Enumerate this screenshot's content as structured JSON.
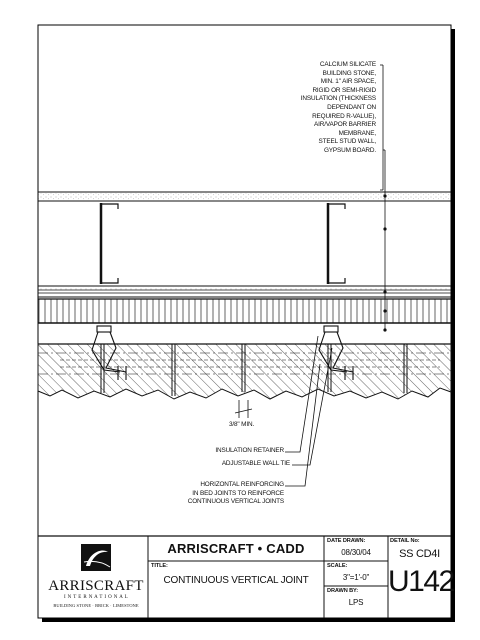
{
  "callouts": {
    "wall_assembly": [
      "CALCIUM SILICATE",
      "BUILDING STONE,",
      "MIN. 1\" AIR SPACE,",
      "RIGID OR SEMI-RIGID",
      "INSULATION (THICKNESS",
      "DEPENDANT ON",
      "REQUIRED R-VALUE),",
      "AIR/VAPOR BARRIER",
      "MEMBRANE,",
      "STEEL STUD WALL,",
      "GYPSUM BOARD."
    ],
    "joint_width": "3/8\" MIN.",
    "insulation_retainer": "INSULATION RETAINER",
    "adjustable_wall_tie": "ADJUSTABLE WALL TIE",
    "horizontal_reinforcing": [
      "HORIZONTAL REINFORCING",
      "IN BED JOINTS TO REINFORCE",
      "CONTINUOUS VERTICAL JOINTS"
    ]
  },
  "title_block": {
    "logo": {
      "name": "ARRISCRAFT",
      "sub": "I N T E R N A T I O N A L",
      "tagline": "BUILDING STONE · BRICK · LIMESTONE"
    },
    "company": "ARRISCRAFT • CADD",
    "title_label": "TITLE:",
    "title": "CONTINUOUS VERTICAL JOINT",
    "date_drawn_label": "DATE DRAWN:",
    "date_drawn": "08/30/04",
    "scale_label": "SCALE:",
    "scale": "3\"=1'-0\"",
    "drawn_by_label": "DRAWN BY:",
    "drawn_by": "LPS",
    "detail_label": "DETAIL No:",
    "detail_series": "SS CD4I",
    "detail_number": "U142"
  }
}
